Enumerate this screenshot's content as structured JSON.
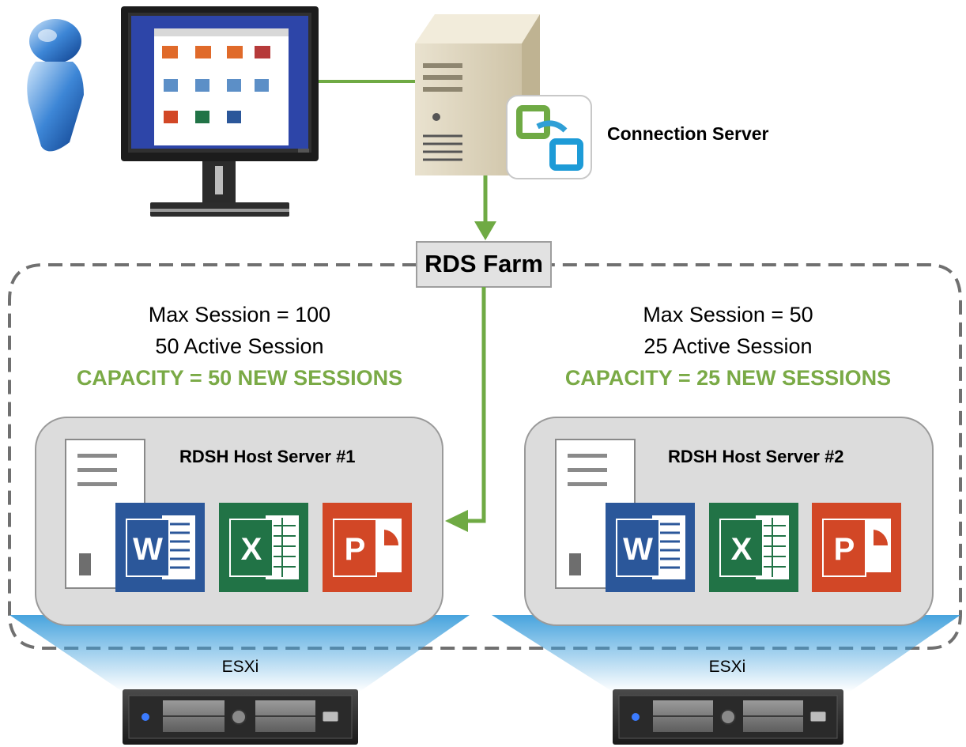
{
  "connection_server": {
    "label": "Connection Server"
  },
  "farm": {
    "label": "RDS Farm"
  },
  "hosts": [
    {
      "title": "RDSH Host Server #1",
      "max_session": "Max Session = 100",
      "active_session": "50 Active Session",
      "capacity": "CAPACITY = 50 NEW SESSIONS",
      "hypervisor": "ESXi",
      "apps": [
        {
          "icon": "word-icon",
          "letter": "W"
        },
        {
          "icon": "excel-icon",
          "letter": "X"
        },
        {
          "icon": "powerpoint-icon",
          "letter": "P"
        }
      ]
    },
    {
      "title": "RDSH Host Server #2",
      "max_session": "Max Session = 50",
      "active_session": "25 Active Session",
      "capacity": "CAPACITY = 25 NEW SESSIONS",
      "hypervisor": "ESXi",
      "apps": [
        {
          "icon": "word-icon",
          "letter": "W"
        },
        {
          "icon": "excel-icon",
          "letter": "X"
        },
        {
          "icon": "powerpoint-icon",
          "letter": "P"
        }
      ]
    }
  ],
  "colors": {
    "connector_green": "#6faa44",
    "capacity_green": "#7aaa46",
    "word_blue": "#2b579a",
    "excel_green": "#217346",
    "powerpoint_red": "#d24726",
    "host_box_gray": "#dcdcdc",
    "esxi_beam_blue": "#3e9fdc"
  }
}
